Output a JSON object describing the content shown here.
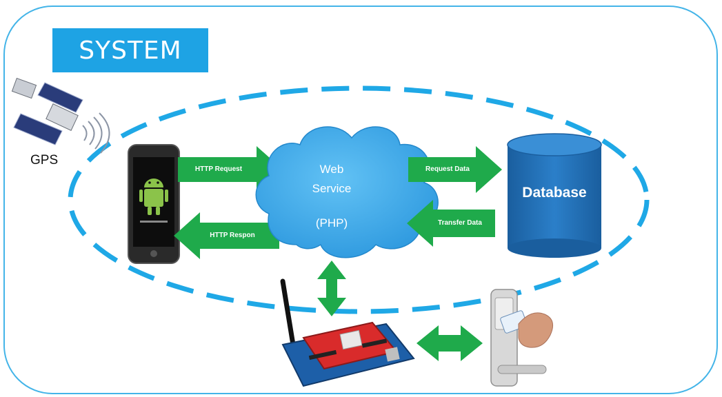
{
  "title": "SYSTEM",
  "gps_label": "GPS",
  "cloud": {
    "line1": "Web",
    "line2": "Service",
    "line3": "(PHP)"
  },
  "database_label": "Database",
  "arrows": {
    "http_request": "HTTP Request",
    "http_respond": "HTTP Respon",
    "request_data": "Request Data",
    "transfer_data": "Transfer Data"
  },
  "colors": {
    "accent_blue": "#1ea3e4",
    "arrow_green": "#1faa4b",
    "cloud_blue": "#3aa7e8",
    "db_blue": "#1f6fb6"
  },
  "icons": [
    "satellite-icon",
    "android-phone-icon",
    "cloud-icon",
    "database-icon",
    "arduino-board-icon",
    "rfid-door-lock-icon"
  ]
}
